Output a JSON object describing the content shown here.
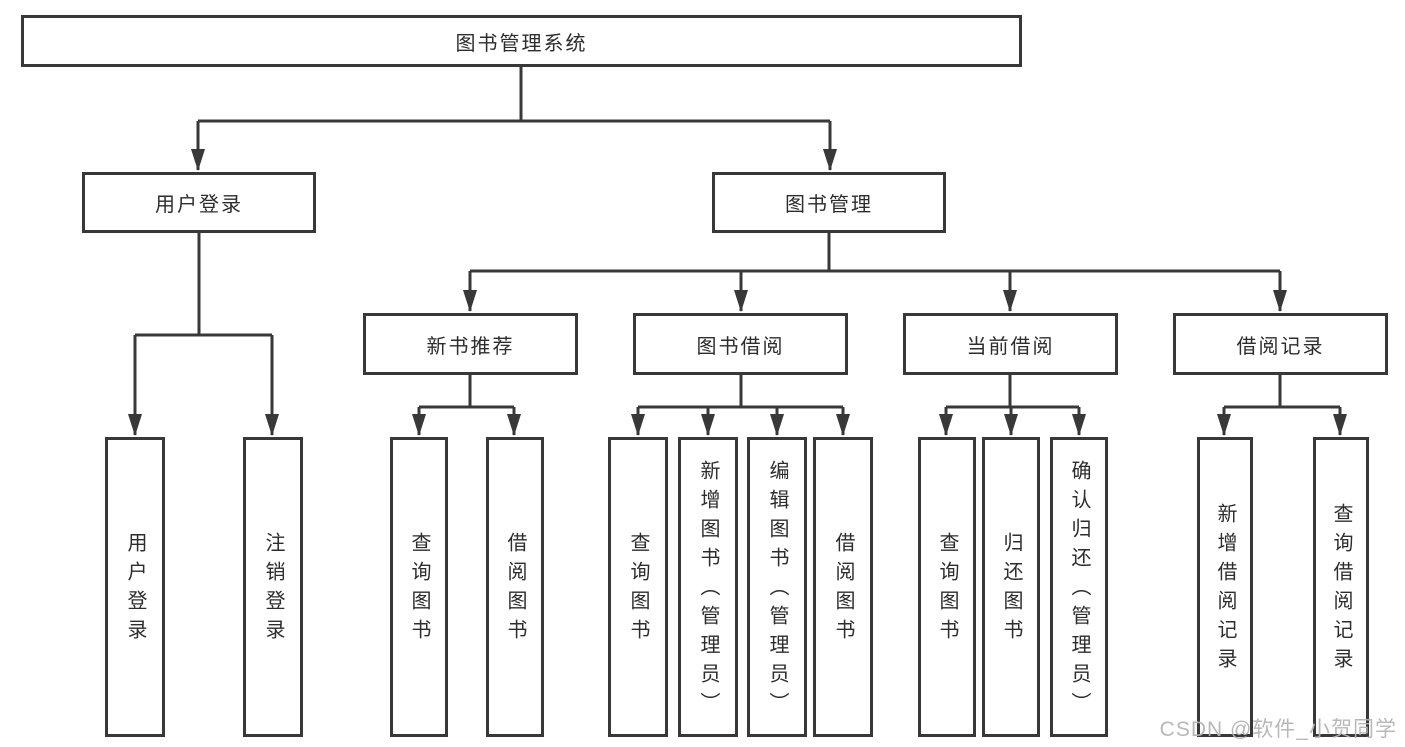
{
  "diagram": {
    "root": {
      "label": "图书管理系统"
    },
    "login_branch": {
      "label": "用户登录",
      "leaves": [
        {
          "label": "用户登录"
        },
        {
          "label": "注销登录"
        }
      ]
    },
    "mgmt_branch": {
      "label": "图书管理",
      "modules": [
        {
          "label": "新书推荐",
          "leaves": [
            {
              "label": "查询图书"
            },
            {
              "label": "借阅图书"
            }
          ]
        },
        {
          "label": "图书借阅",
          "leaves": [
            {
              "label": "查询图书"
            },
            {
              "label": "新增图书（管理员）"
            },
            {
              "label": "编辑图书（管理员）"
            },
            {
              "label": "借阅图书"
            }
          ]
        },
        {
          "label": "当前借阅",
          "leaves": [
            {
              "label": "查询图书"
            },
            {
              "label": "归还图书"
            },
            {
              "label": "确认归还（管理员）"
            }
          ]
        },
        {
          "label": "借阅记录",
          "leaves": [
            {
              "label": "新增借阅记录"
            },
            {
              "label": "查询借阅记录"
            }
          ]
        }
      ]
    },
    "watermark": "CSDN @软件_小贺同学",
    "colors": {
      "line": "#383838",
      "text": "#2d2d2d",
      "watermark": "#b5b5b5"
    }
  }
}
